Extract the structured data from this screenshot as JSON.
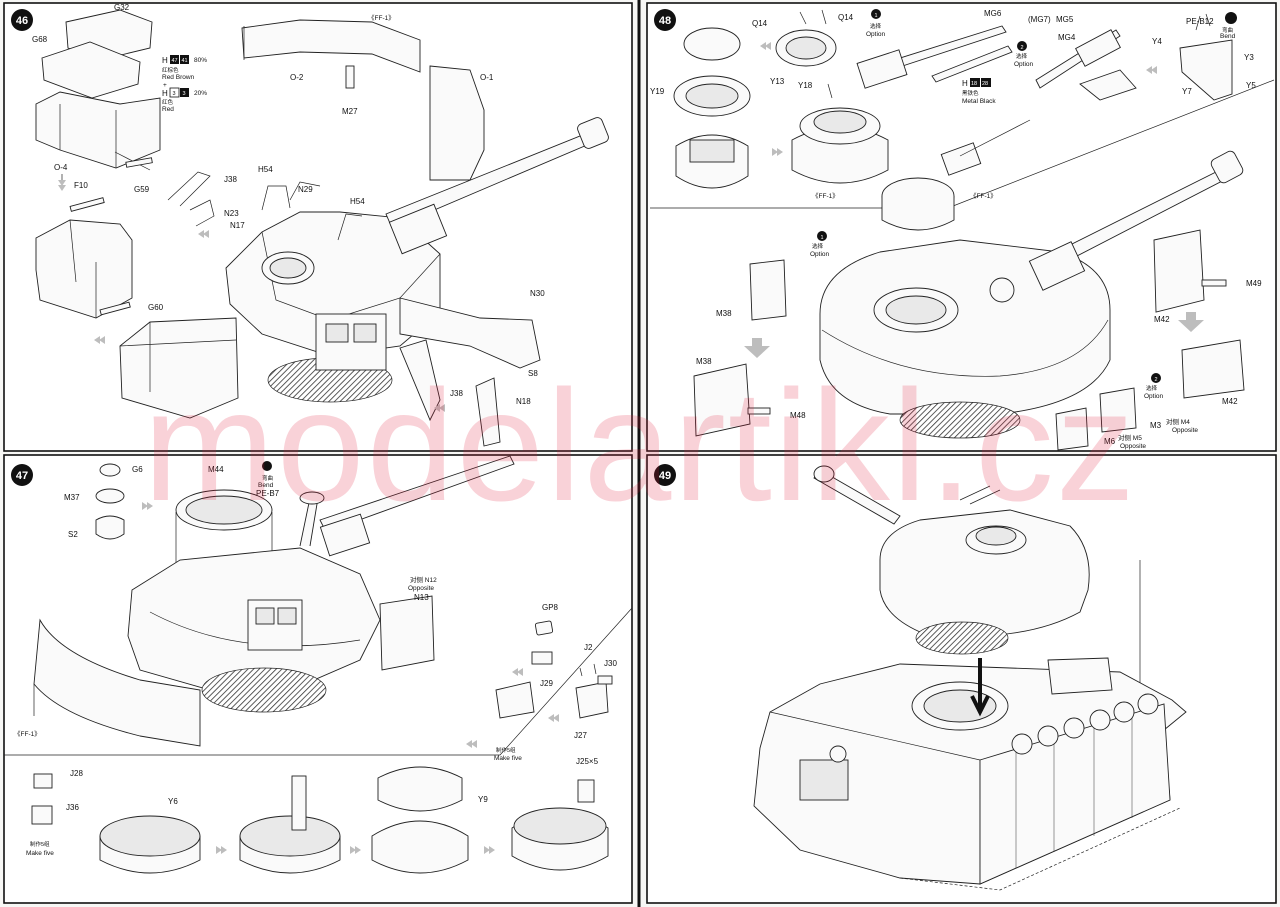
{
  "watermark": "modelartikl.cz",
  "steps": {
    "s46": {
      "num": "46",
      "labels": {
        "G32": "G32",
        "G68": "G68",
        "O4": "O-4",
        "F10": "F10",
        "G59": "G59",
        "G60": "G60",
        "FF1": "《FF-1》",
        "O2": "O-2",
        "O1": "O-1",
        "M27": "M27",
        "J38a": "J38",
        "N23": "N23",
        "H54a": "H54",
        "N17": "N17",
        "N29": "N29",
        "H54b": "H54",
        "N30": "N30",
        "S8": "S8",
        "J38b": "J38",
        "N18": "N18"
      },
      "paint": {
        "h1_prefix": "H",
        "h1_num_a": "47",
        "h1_num_b": "41",
        "h1_pct": "80%",
        "h1_cn": "红棕色",
        "h1_name": "Red Brown",
        "plus": "+",
        "h2_prefix": "H",
        "h2_num_a": "3",
        "h2_num_b": "3",
        "h2_pct": "20%",
        "h2_cn": "红色",
        "h2_name": "Red"
      }
    },
    "s47": {
      "num": "47",
      "labels": {
        "G6": "G6",
        "M37": "M37",
        "S2": "S2",
        "M44": "M44",
        "bend_cn": "弯曲",
        "bend": "Bend",
        "PEB7": "PE-B7",
        "opp_cn": "对侧 N12",
        "opposite": "Opposite",
        "N13": "N13",
        "FF1": "《FF-1》",
        "GP8": "GP8",
        "J29": "J29",
        "J2": "J2",
        "J30": "J30",
        "J27": "J27",
        "make5_cn": "制作5组",
        "make5": "Make five",
        "J28": "J28",
        "J36": "J36",
        "make5b_cn": "制作5组",
        "make5b": "Make five",
        "Y6": "Y6",
        "Y9": "Y9",
        "J25": "J25×5"
      }
    },
    "s48": {
      "num": "48",
      "labels": {
        "Q14a": "Q14",
        "Q14b": "Q14",
        "opt1_num": "1",
        "opt_cn": "选择",
        "option": "Option",
        "Y13": "Y13",
        "Y19": "Y19",
        "Y18": "Y18",
        "FF1a": "《FF-1》",
        "FF1b": "《FF-1》",
        "MG6": "MG6",
        "MG7": "(MG7)",
        "MG5": "MG5",
        "opt2_num": "2",
        "MG4": "MG4",
        "PEB12": "PE-B12",
        "bend_cn": "弯曲",
        "bend": "Bend",
        "Y4": "Y4",
        "Y3": "Y3",
        "Y5": "Y5",
        "Y7": "Y7",
        "h_prefix": "H",
        "h_num_a": "18",
        "h_num_b": "28",
        "h_cn": "黑铁色",
        "h_name": "Metal Black",
        "opt3_num": "1",
        "M38a": "M38",
        "M38b": "M38",
        "M48": "M48",
        "M42a": "M42",
        "M42b": "M42",
        "M49": "M49",
        "opt4_num": "2",
        "M3": "M3",
        "M4": "对侧 M4",
        "M4opp": "Opposite",
        "M6": "M6",
        "M5": "对侧 M5",
        "M5opp": "Opposite"
      }
    },
    "s49": {
      "num": "49"
    }
  }
}
